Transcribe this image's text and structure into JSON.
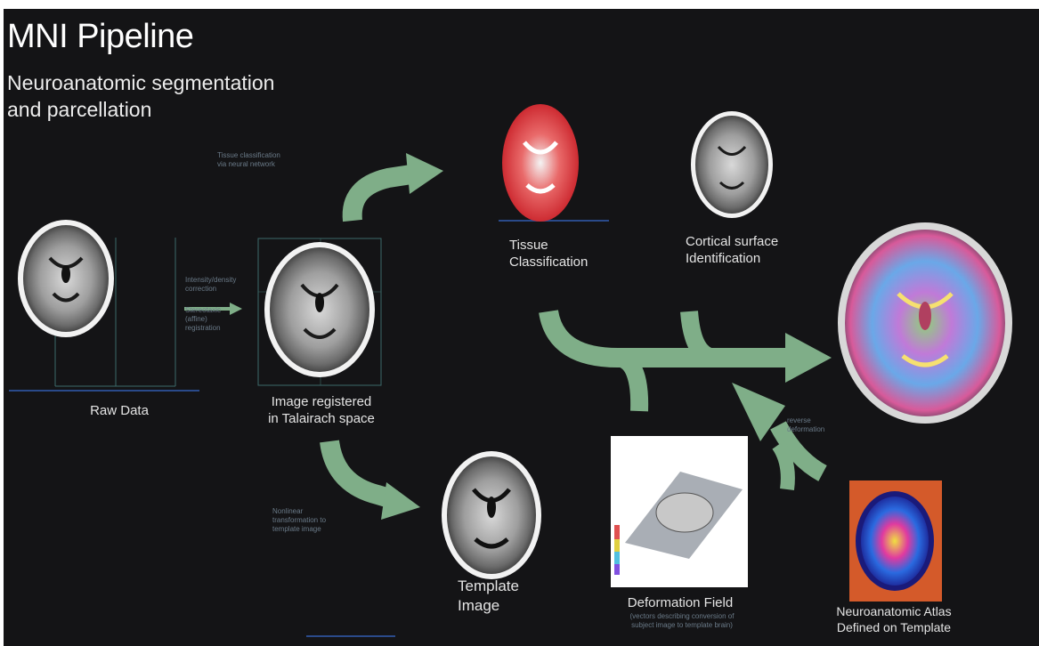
{
  "slide": {
    "title": "MNI Pipeline",
    "subtitle_line1": "Neuroanatomic segmentation",
    "subtitle_line2": "and parcellation"
  },
  "labels": {
    "raw_data": "Raw Data",
    "registered_line1": "Image registered",
    "registered_line2": "in Talairach space",
    "tissue_line1": "Tissue",
    "tissue_line2": "Classification",
    "cortical_line1": "Cortical surface",
    "cortical_line2": "Identification",
    "template_line1": "Template",
    "template_line2": "Image",
    "deformation": "Deformation Field",
    "atlas_line1": "Neuroanatomic Atlas",
    "atlas_line2": "Defined on Template"
  },
  "annotations": {
    "tissue_note_line1": "Tissue classification",
    "tissue_note_line2": "via neural network",
    "reg_note_line1": "Intensity/density",
    "reg_note_line2": "correction",
    "reg_note_line3": "Stereotaxic",
    "reg_note_line4": "(affine)",
    "reg_note_line5": "registration",
    "nonlin_note_line1": "Nonlinear",
    "nonlin_note_line2": "transformation to",
    "nonlin_note_line3": "template image",
    "reverse_note_line1": "reverse",
    "reverse_note_line2": "deformation",
    "deformation_note_line1": "(vectors describing conversion of",
    "deformation_note_line2": "subject image to template brain)"
  },
  "colors": {
    "background": "#141416",
    "arrow": "#7fae88",
    "guide": "#3a5a6a",
    "text": "#e6e6e6"
  }
}
